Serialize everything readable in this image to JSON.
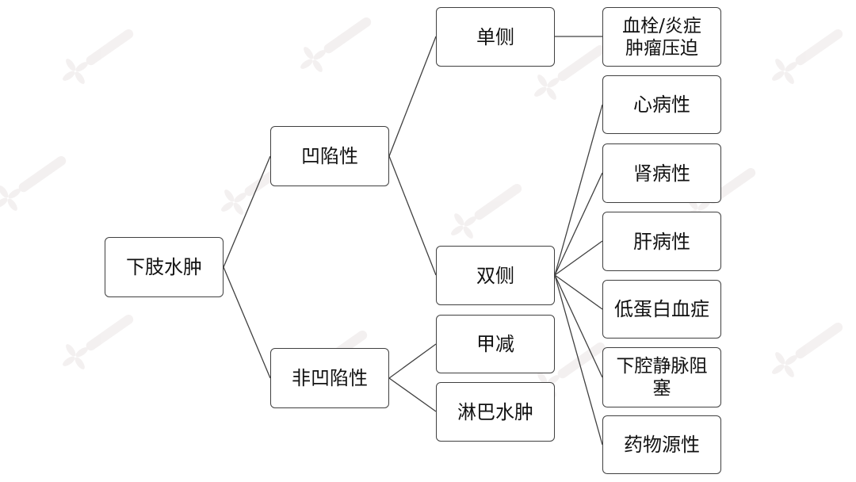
{
  "diagram": {
    "nodes": {
      "root": "下肢水肿",
      "pitting": "凹陷性",
      "non_pitting": "非凹陷性",
      "unilateral": "单侧",
      "bilateral": "双侧",
      "hypothyroid": "甲减",
      "lymphedema": "淋巴水肿",
      "thrombosis": "血栓/炎症\n肿瘤压迫",
      "cardiac": "心病性",
      "renal": "肾病性",
      "hepatic": "肝病性",
      "hypoalbuminemia": "低蛋白血症",
      "ivc": "下腔静脉阻\n塞",
      "drug": "药物源性"
    }
  },
  "colors": {
    "line": "#404040",
    "border": "#404040",
    "watermark": "#b9a6a6"
  }
}
